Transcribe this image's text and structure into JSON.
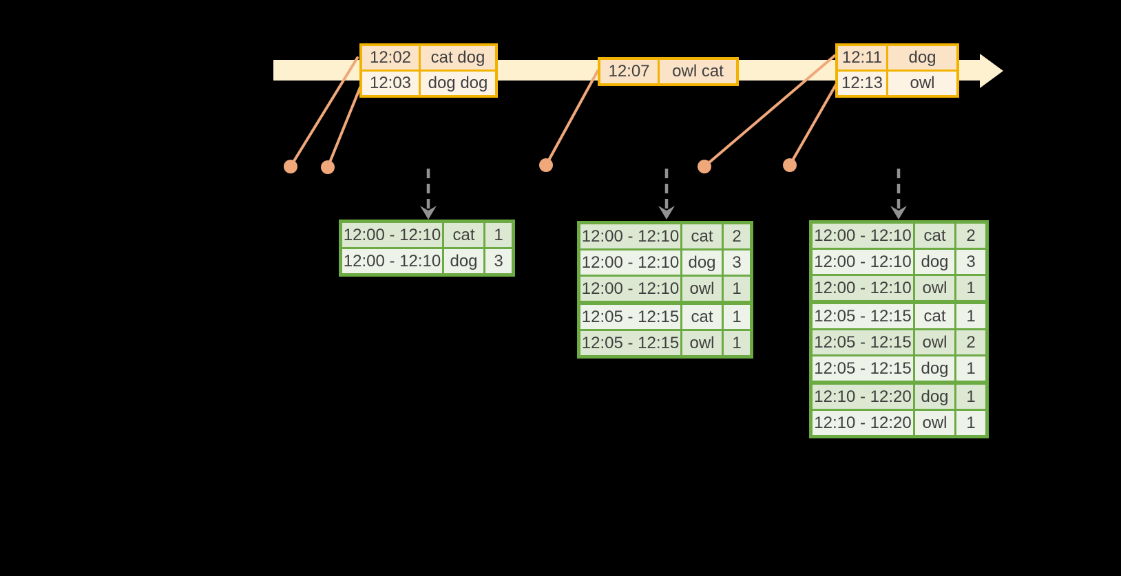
{
  "colors": {
    "background": "#000000",
    "timeline_fill": "#FDF1CF",
    "event_border": "#F2B200",
    "event_row_dark": "#FBE3C8",
    "event_row_light": "#FDF3E5",
    "connector": "#F0A87A",
    "result_border": "#6CAA44",
    "result_row_dark": "#DCE8D1",
    "result_row_light": "#EEF3E9",
    "trigger_arrow": "#929292",
    "text": "#3F3F3F"
  },
  "event_tables": [
    {
      "rows": [
        {
          "time": "12:02",
          "words": "cat dog"
        },
        {
          "time": "12:03",
          "words": "dog dog"
        }
      ]
    },
    {
      "rows": [
        {
          "time": "12:07",
          "words": "owl cat"
        }
      ]
    },
    {
      "rows": [
        {
          "time": "12:11",
          "words": "dog"
        },
        {
          "time": "12:13",
          "words": "owl"
        }
      ]
    }
  ],
  "result_tables": [
    {
      "rows": [
        {
          "window": "12:00 - 12:10",
          "word": "cat",
          "count": "1"
        },
        {
          "window": "12:00 - 12:10",
          "word": "dog",
          "count": "3"
        }
      ]
    },
    {
      "rows": [
        {
          "window": "12:00 - 12:10",
          "word": "cat",
          "count": "2"
        },
        {
          "window": "12:00 - 12:10",
          "word": "dog",
          "count": "3"
        },
        {
          "window": "12:00 - 12:10",
          "word": "owl",
          "count": "1"
        },
        {
          "window": "12:05 - 12:15",
          "word": "cat",
          "count": "1"
        },
        {
          "window": "12:05 - 12:15",
          "word": "owl",
          "count": "1"
        }
      ]
    },
    {
      "rows": [
        {
          "window": "12:00 - 12:10",
          "word": "cat",
          "count": "2"
        },
        {
          "window": "12:00 - 12:10",
          "word": "dog",
          "count": "3"
        },
        {
          "window": "12:00 - 12:10",
          "word": "owl",
          "count": "1"
        },
        {
          "window": "12:05 - 12:15",
          "word": "cat",
          "count": "1"
        },
        {
          "window": "12:05 - 12:15",
          "word": "owl",
          "count": "2"
        },
        {
          "window": "12:05 - 12:15",
          "word": "dog",
          "count": "1"
        },
        {
          "window": "12:10 - 12:20",
          "word": "dog",
          "count": "1"
        },
        {
          "window": "12:10 - 12:20",
          "word": "owl",
          "count": "1"
        }
      ]
    }
  ]
}
